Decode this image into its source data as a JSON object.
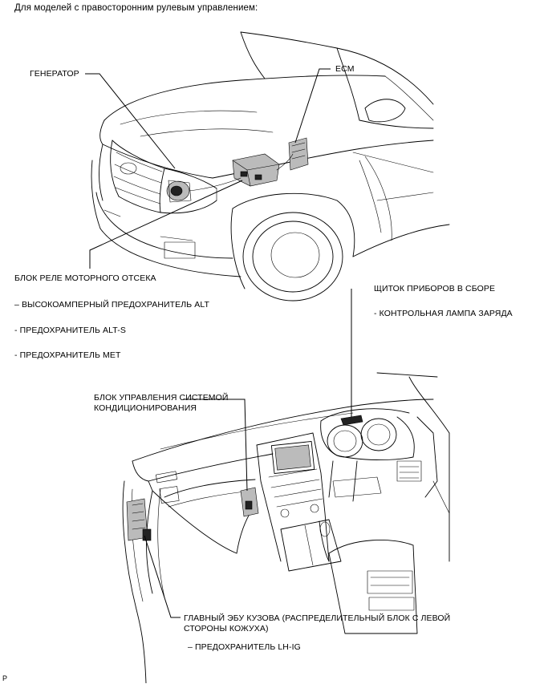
{
  "header": {
    "title": "Для моделей с правосторонним рулевым управлением:"
  },
  "labels": {
    "generator": "ГЕНЕРАТОР",
    "ecm": "ECM",
    "engine_relay_block": "БЛОК РЕЛЕ МОТОРНОГО ОТСЕКА",
    "alt_fuse": "– ВЫСОКОАМПЕРНЫЙ ПРЕДОХРАНИТЕЛЬ ALT",
    "alts_fuse": "- ПРЕДОХРАНИТЕЛЬ ALT-S",
    "met_fuse": "- ПРЕДОХРАНИТЕЛЬ MET",
    "instrument_panel": "ЩИТОК ПРИБОРОВ В СБОРЕ",
    "charge_lamp": "- КОНТРОЛЬНАЯ ЛАМПА ЗАРЯДА",
    "ac_unit_line1": "БЛОК УПРАВЛЕНИЯ СИСТЕМОЙ",
    "ac_unit_line2": "КОНДИЦИОНИРОВАНИЯ",
    "body_ecu_line1": "ГЛАВНЫЙ ЭБУ КУЗОВА (РАСПРЕДЕЛИТЕЛЬНЫЙ БЛОК С ЛЕВОЙ",
    "body_ecu_line2": "СТОРОНЫ КОЖУХА)",
    "lhig_fuse": "– ПРЕДОХРАНИТЕЛЬ LH-IG"
  },
  "footer": {
    "code": "P"
  }
}
